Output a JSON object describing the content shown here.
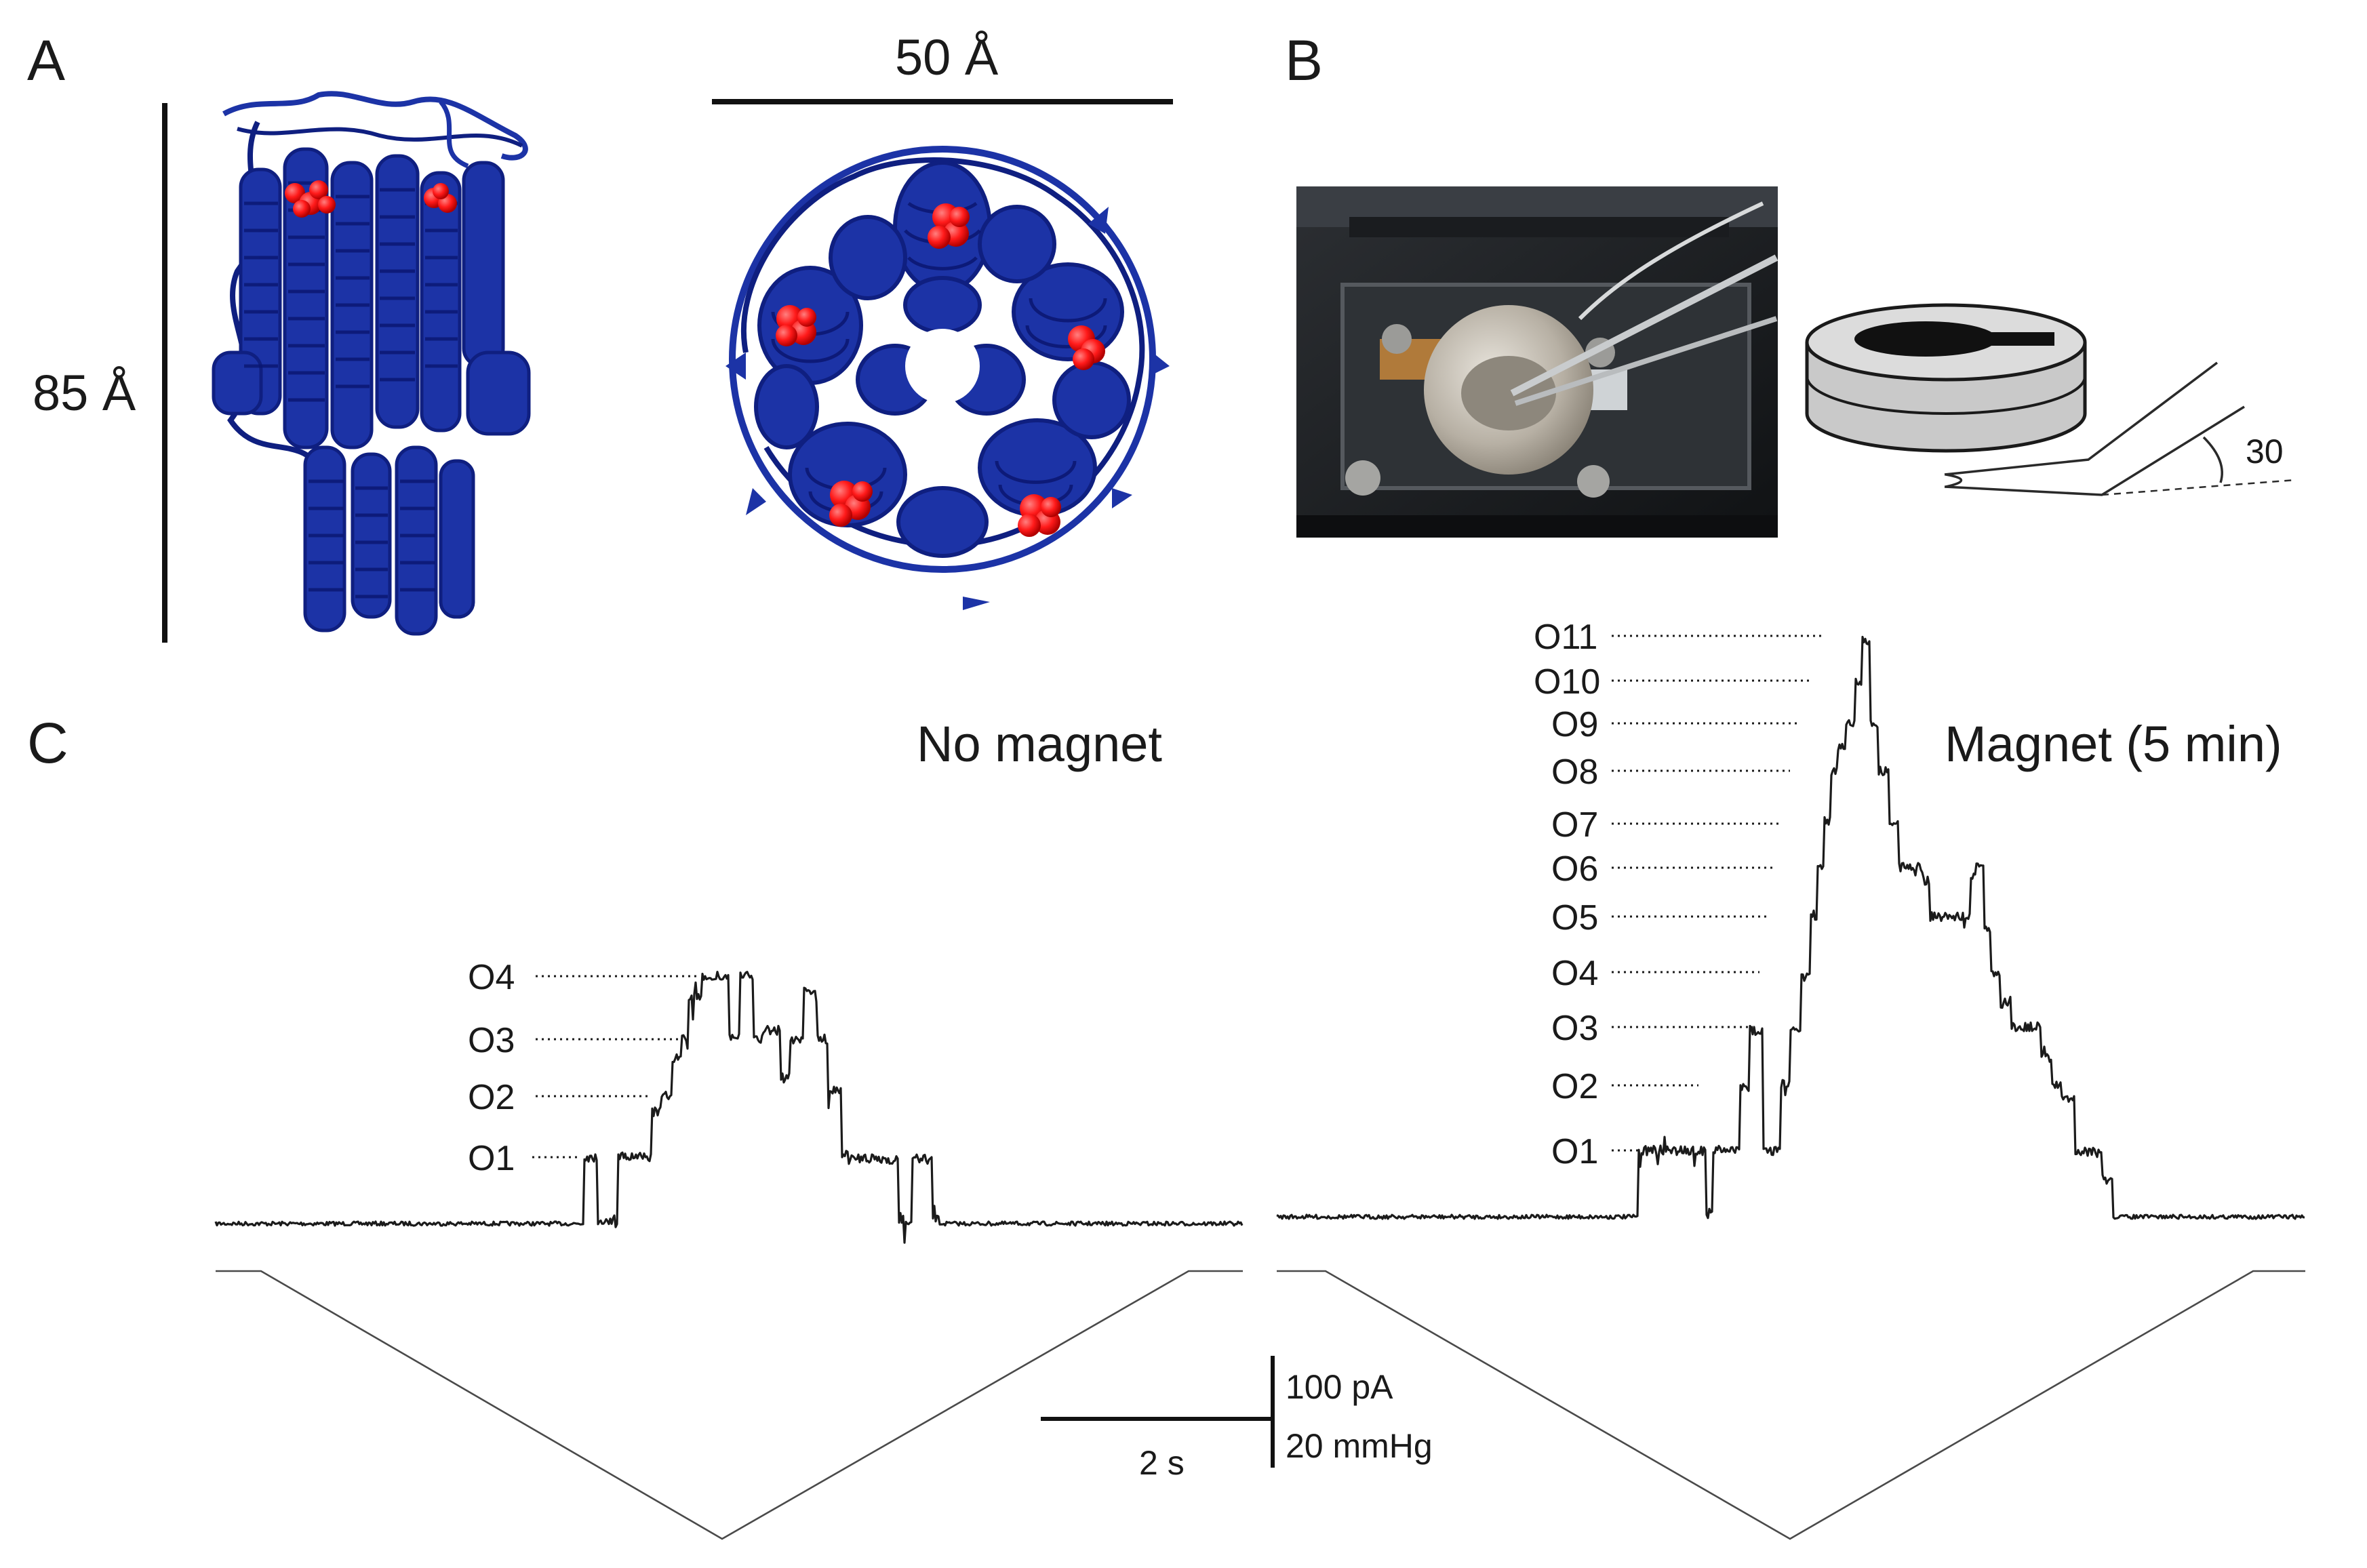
{
  "panels": {
    "a": "A",
    "b": "B",
    "c": "C"
  },
  "panel_a": {
    "height_label": "85 Å",
    "width_label": "50 Å",
    "colors": {
      "protein": "#1c33a6",
      "protein_dark": "#0f1f80",
      "residues": "#ff1a1a"
    }
  },
  "panel_b": {
    "angle_label": "30"
  },
  "panel_c": {
    "left_title": "No magnet",
    "right_title": "Magnet (5 min)",
    "scale_time": "2 s",
    "scale_current": "100 pA",
    "scale_pressure": "20 mmHg",
    "left_levels": [
      "O1",
      "O2",
      "O3",
      "O4"
    ],
    "right_levels": [
      "O1",
      "O2",
      "O3",
      "O4",
      "O5",
      "O6",
      "O7",
      "O8",
      "O9",
      "O10",
      "O11"
    ]
  }
}
